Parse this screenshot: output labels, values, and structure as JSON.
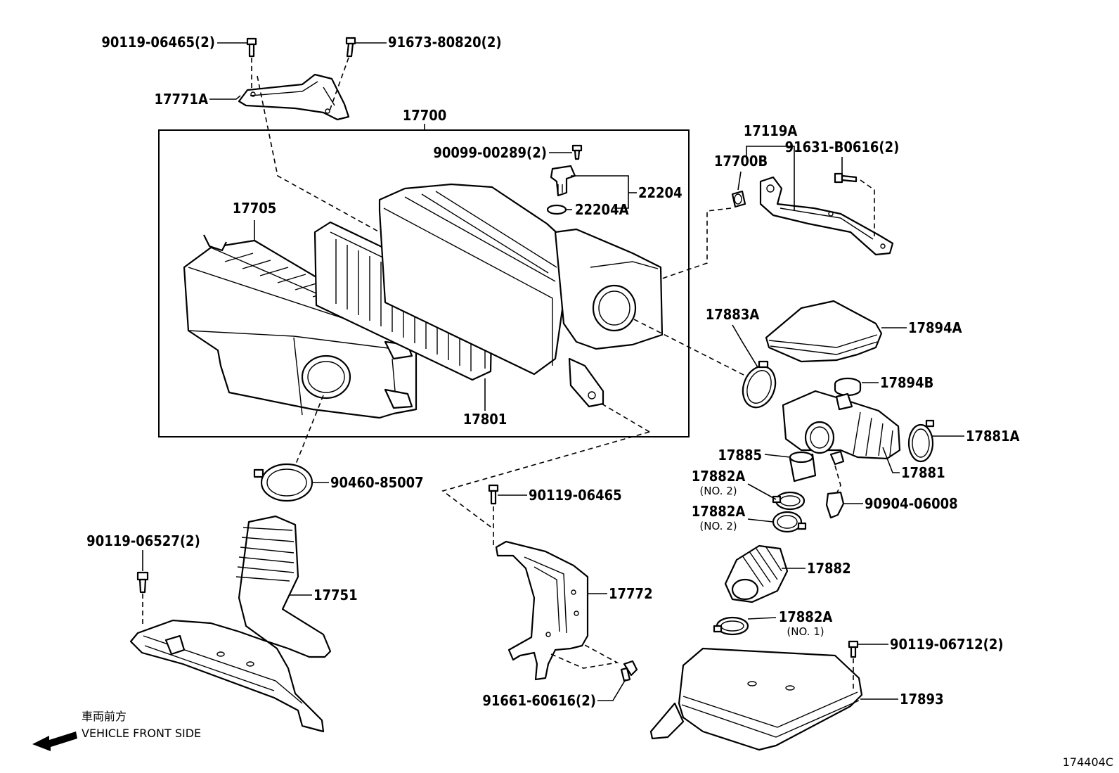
{
  "figure_code": "174404C",
  "direction_note": {
    "jp": "車両前方",
    "en": "VEHICLE FRONT SIDE"
  },
  "labels": {
    "p90119_06465_2": "90119-06465(2)",
    "p91673_80820_2": "91673-80820(2)",
    "p17771A": "17771A",
    "p17700": "17700",
    "p90099_00289_2": "90099-00289(2)",
    "p22204": "22204",
    "p22204A": "22204A",
    "p17705": "17705",
    "p17801": "17801",
    "p17119A": "17119A",
    "p91631_B0616_2": "91631-B0616(2)",
    "p17700B": "17700B",
    "p17883A": "17883A",
    "p17894A": "17894A",
    "p17894B": "17894B",
    "p17881A": "17881A",
    "p17885": "17885",
    "p17881": "17881",
    "p17882A_1": "17882A",
    "p17882A_1_note": "(NO. 2)",
    "p17882A_2": "17882A",
    "p17882A_2_note": "(NO. 2)",
    "p90904_06008": "90904-06008",
    "p17882": "17882",
    "p17882A_3": "17882A",
    "p17882A_3_note": "(NO. 1)",
    "p90119_06712_2": "90119-06712(2)",
    "p17893": "17893",
    "p90460_85007": "90460-85007",
    "p90119_06465": "90119-06465",
    "p90119_06527_2": "90119-06527(2)",
    "p17751": "17751",
    "p17772": "17772",
    "p91661_60616_2": "91661-60616(2)"
  }
}
